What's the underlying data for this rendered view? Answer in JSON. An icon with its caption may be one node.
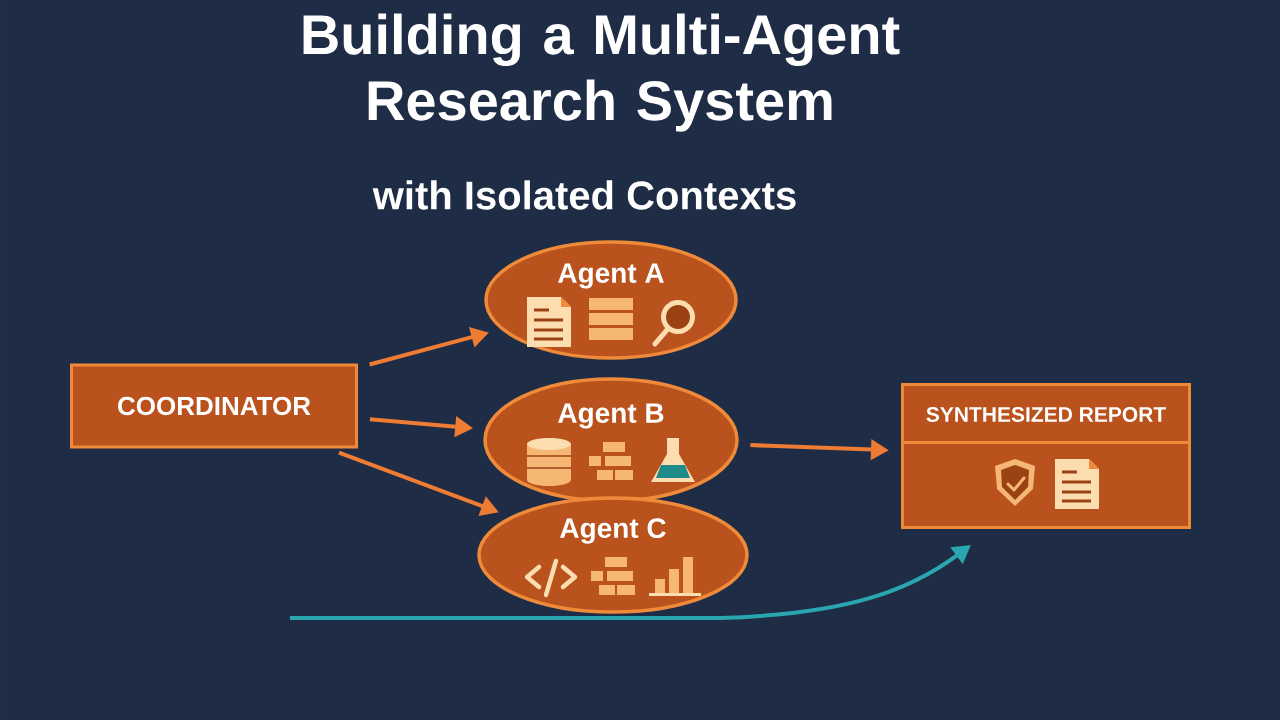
{
  "diagram": {
    "title": "Building a Multi-Agent Research System",
    "nodes": [
      {
        "text": [
          "COORDINATOR"
        ]
      },
      {
        "text": [
          "Agent A"
        ]
      },
      {
        "text": [
          "Agent B"
        ]
      },
      {
        "text": [
          "Agent C"
        ]
      },
      {
        "text": [
          "SYNTHESIZED REPORT"
        ]
      }
    ],
    "edges": [
      {
        "from": 0,
        "to": 1,
        "arrow": "to"
      },
      {
        "from": 0,
        "to": 2,
        "arrow": "to"
      },
      {
        "from": 0,
        "to": 3,
        "arrow": "to"
      },
      {
        "from": 2,
        "to": 4,
        "arrow": "to"
      },
      {
        "from": null,
        "to": 4,
        "arrow": "to",
        "color": "#2aa6b0"
      }
    ],
    "labels": [
      "with Isolated Contexts"
    ]
  }
}
